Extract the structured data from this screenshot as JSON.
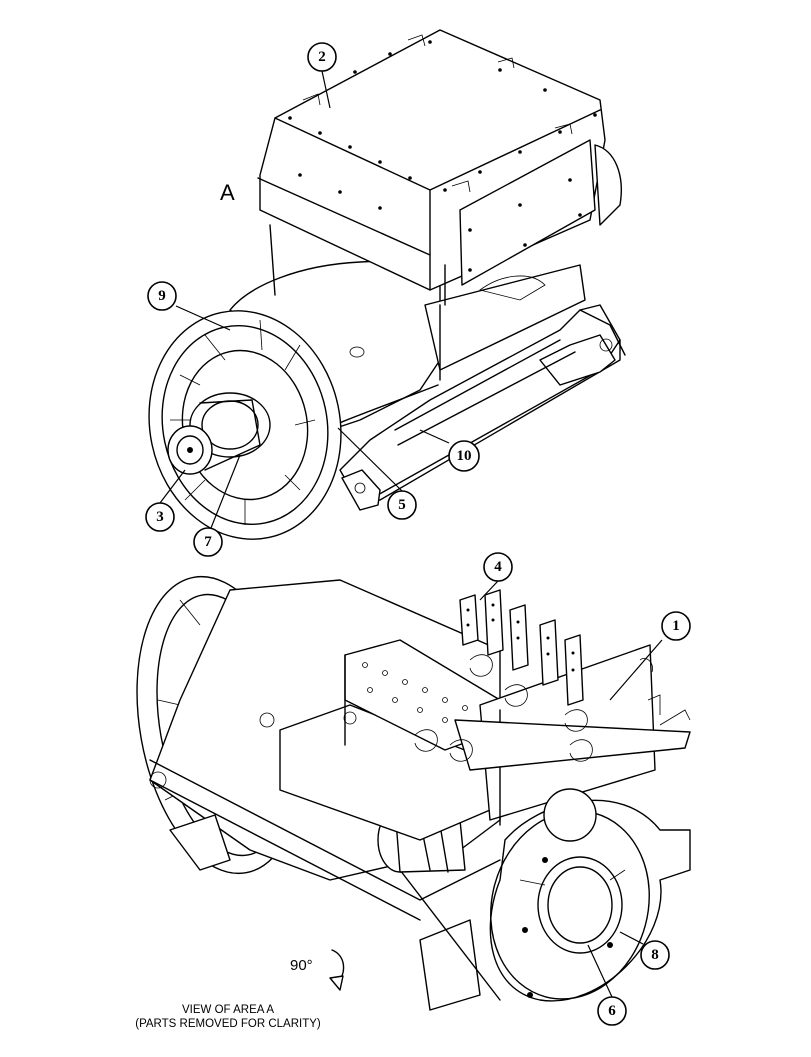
{
  "area_label": "A",
  "rotation_label": "90°",
  "caption": {
    "line1": "VIEW OF AREA A",
    "line2": "(PARTS REMOVED FOR CLARITY)"
  },
  "callouts": [
    {
      "id": "c1",
      "number": "1"
    },
    {
      "id": "c2",
      "number": "2"
    },
    {
      "id": "c3",
      "number": "3"
    },
    {
      "id": "c4",
      "number": "4"
    },
    {
      "id": "c5",
      "number": "5"
    },
    {
      "id": "c6",
      "number": "6"
    },
    {
      "id": "c7",
      "number": "7"
    },
    {
      "id": "c8",
      "number": "8"
    },
    {
      "id": "c9",
      "number": "9"
    },
    {
      "id": "c10",
      "number": "10"
    }
  ]
}
